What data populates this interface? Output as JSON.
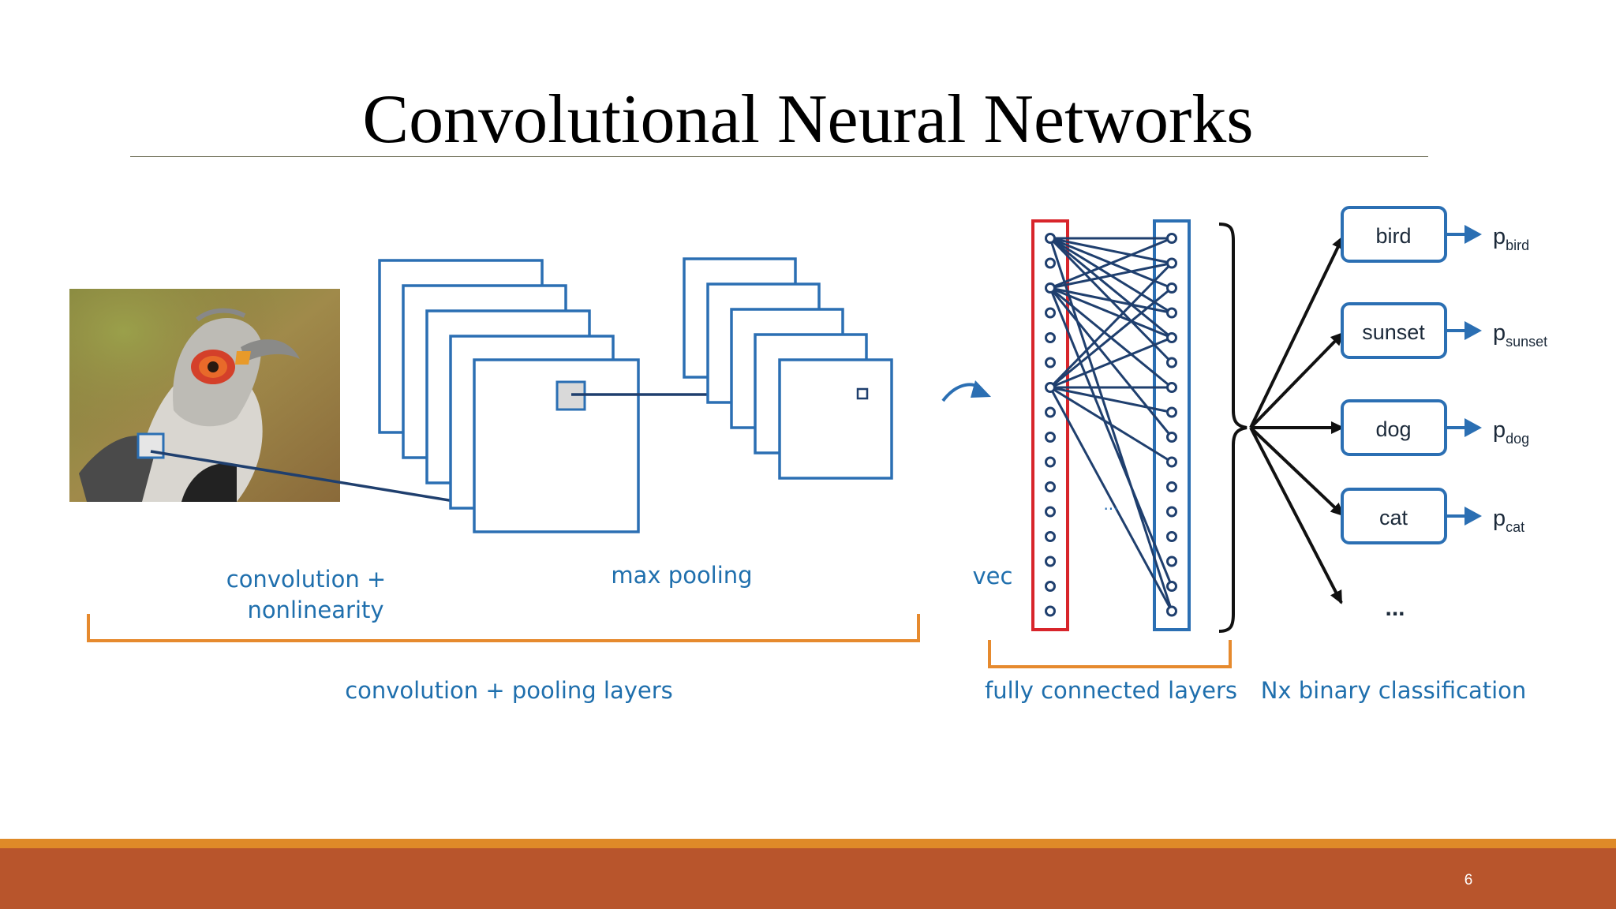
{
  "slide": {
    "title": "Convolutional Neural Networks",
    "page_number": "6"
  },
  "diagram": {
    "labels": {
      "conv_nonlin_line1": "convolution +",
      "conv_nonlin_line2": "nonlinearity",
      "max_pooling": "max pooling",
      "vec": "vec",
      "ellipsis_fc": "...",
      "ellipsis_classes": "...",
      "conv_pool_layers": "convolution + pooling layers",
      "fully_connected_layers": "fully connected layers",
      "binary_classification": "Nx binary classification"
    },
    "classes": [
      {
        "name": "bird",
        "prob": "p",
        "sub": "bird"
      },
      {
        "name": "sunset",
        "prob": "p",
        "sub": "sunset"
      },
      {
        "name": "dog",
        "prob": "p",
        "sub": "dog"
      },
      {
        "name": "cat",
        "prob": "p",
        "sub": "cat"
      }
    ],
    "colors": {
      "blue": "#2b6fb3",
      "dark_blue": "#1f3f6e",
      "red": "#d8252b",
      "orange": "#e68a2e",
      "footer": "#b8552c",
      "footer_stripe": "#df8a28"
    }
  }
}
